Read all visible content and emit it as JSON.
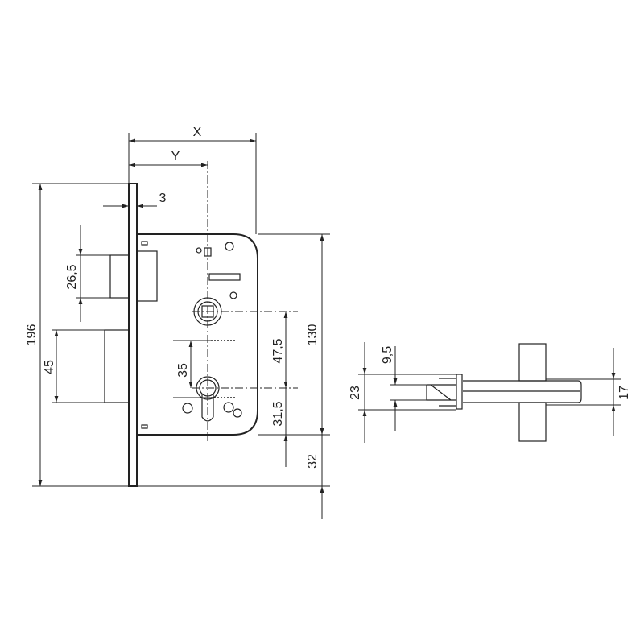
{
  "drawing": {
    "title": "Mortise lock dimension drawing",
    "dimensions": {
      "x": "X",
      "y": "Y",
      "faceplate_thickness": "3",
      "overall_height": "196",
      "latch_height": "26,5",
      "deadbolt_height": "45",
      "body_height": "130",
      "handle_to_cylinder": "47,5",
      "cylinder_to_bottom": "31,5",
      "cylinder_offset": "35",
      "body_to_faceplate_end": "32",
      "bolt_height": "23",
      "bolt_tip": "9,5",
      "spindle_width": "17"
    }
  }
}
